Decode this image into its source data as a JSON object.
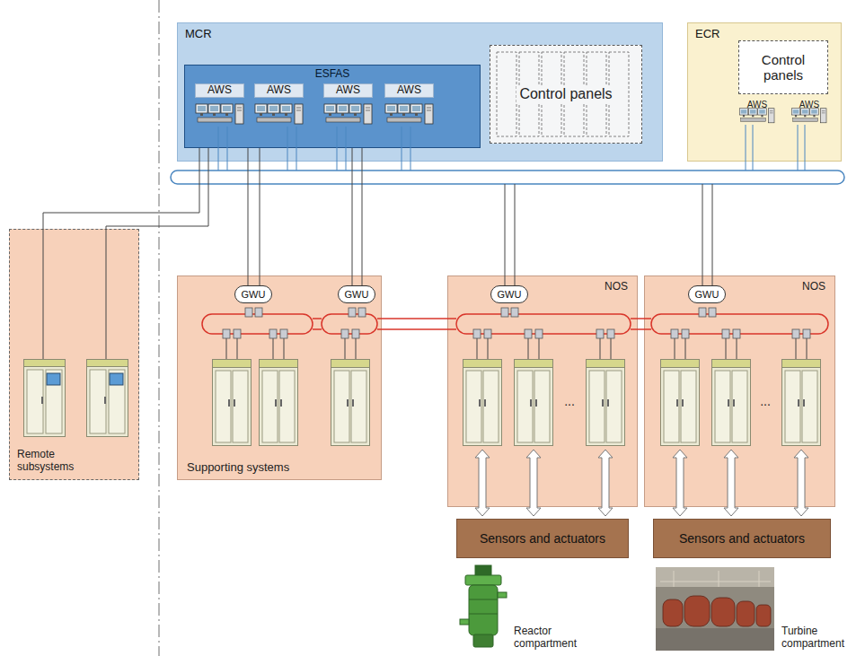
{
  "diagram": {
    "nodes": [
      {
        "text": [
          "MCR"
        ]
      },
      {
        "text": [
          "ESFAS"
        ],
        "in": 0
      },
      {
        "text": [
          "AWS"
        ],
        "in": 1
      },
      {
        "text": [
          "AWS"
        ],
        "in": 1
      },
      {
        "text": [
          "AWS"
        ],
        "in": 1
      },
      {
        "text": [
          "AWS"
        ],
        "in": 1
      },
      {
        "text": [
          "Control panels"
        ],
        "in": 0
      },
      {
        "text": [
          "ECR"
        ]
      },
      {
        "text": [
          "Control panels"
        ],
        "in": 7
      },
      {
        "text": [
          "Remote subsystems"
        ]
      },
      {
        "text": [
          "Supporting systems"
        ]
      },
      {
        "text": [
          "GWU"
        ],
        "in": 10
      },
      {
        "text": [
          "GWU"
        ],
        "in": 10
      },
      {
        "text": [
          "NOS"
        ]
      },
      {
        "text": [
          "GWU"
        ],
        "in": 13
      },
      {
        "text": [
          "NOS"
        ]
      },
      {
        "text": [
          "GWU"
        ],
        "in": 15
      },
      {
        "text": [
          "Sensors and actuators"
        ]
      },
      {
        "text": [
          "Sensors and actuators"
        ]
      }
    ],
    "labels": [
      "AWS",
      "AWS",
      "...",
      "...",
      "Reactor compartment",
      "Turbine compartment"
    ]
  }
}
